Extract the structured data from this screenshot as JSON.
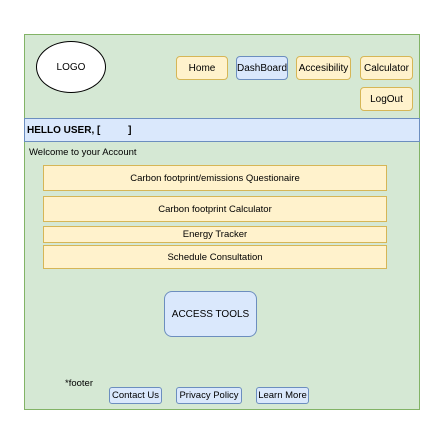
{
  "header": {
    "logo_text": "LOGO",
    "nav": {
      "home": "Home",
      "dashboard": "DashBoard",
      "accessibility": "Accesibility",
      "calculator": "Calculator",
      "logout": "LogOut"
    }
  },
  "greeting": "HELLO USER, [          ]",
  "welcome_text": "Welcome to your Account",
  "menu": {
    "questionnaire": "Carbon footprint/emissions Questionaire",
    "calculator": "Carbon footprint Calculator",
    "energy_tracker": "Energy Tracker",
    "schedule": "Schedule Consultation"
  },
  "access_tools_label": "ACCESS TOOLS",
  "footer": {
    "note": "*footer",
    "contact": "Contact Us",
    "privacy": "Privacy Policy",
    "learn_more": "Learn More"
  },
  "colors": {
    "background_panel": "#d5e8d4",
    "button_yellow": "#fff2cc",
    "button_blue": "#dae8fc",
    "border_yellow": "#d6b656",
    "border_blue": "#6c8ebf"
  }
}
